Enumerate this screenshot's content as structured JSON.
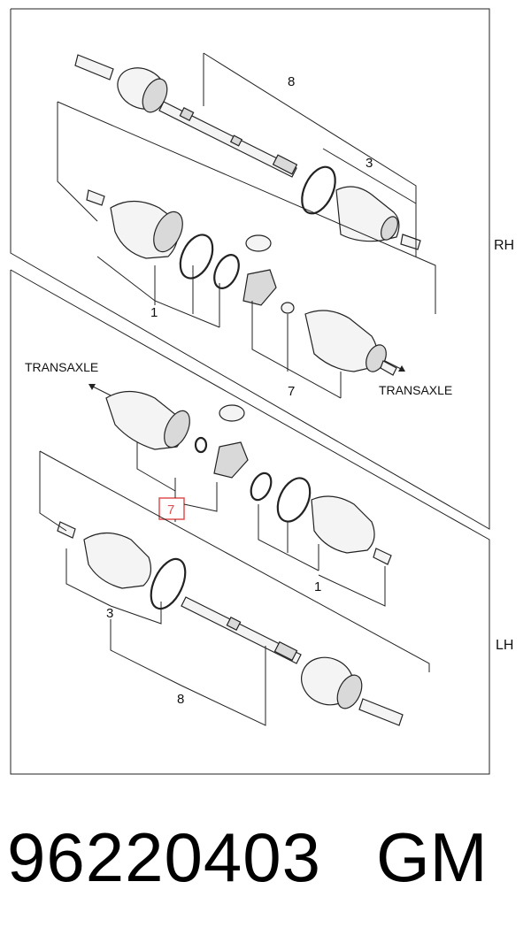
{
  "diagram": {
    "side_labels": {
      "rh": "RH",
      "lh": "LH"
    },
    "direction_labels": {
      "transaxle_rh": "TRANSAXLE",
      "transaxle_lh": "TRANSAXLE"
    },
    "callouts_rh": {
      "shaft": "8",
      "boot_outer": "3",
      "boot_inner": "1",
      "tripod": "7"
    },
    "callouts_lh": {
      "tripod_highlighted": "7",
      "boot_inner": "1",
      "boot_outer": "3",
      "shaft": "8"
    },
    "highlight_color": "#e05050"
  },
  "footer": {
    "part_number": "96220403",
    "brand": "GM"
  }
}
